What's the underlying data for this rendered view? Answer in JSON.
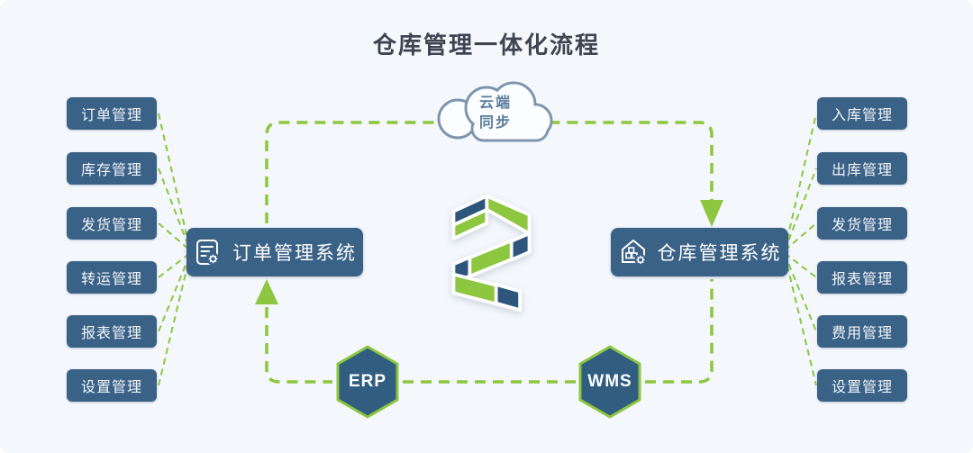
{
  "title": "仓库管理一体化流程",
  "colors": {
    "background": "#f4f7fc",
    "node_blue": "#3a6186",
    "hex_blue": "#305d80",
    "accent_green": "#8dc63f",
    "logo_blue": "#2e567d",
    "cloud_stroke": "#7d95ad",
    "cloud_text": "#5b7b9c",
    "title_color": "#3e4450"
  },
  "left_modules": {
    "items": [
      {
        "label": "订单管理"
      },
      {
        "label": "库存管理"
      },
      {
        "label": "发货管理"
      },
      {
        "label": "转运管理"
      },
      {
        "label": "报表管理"
      },
      {
        "label": "设置管理"
      }
    ]
  },
  "right_modules": {
    "items": [
      {
        "label": "入库管理"
      },
      {
        "label": "出库管理"
      },
      {
        "label": "发货管理"
      },
      {
        "label": "报表管理"
      },
      {
        "label": "费用管理"
      },
      {
        "label": "设置管理"
      }
    ]
  },
  "systems": {
    "order": {
      "label": "订单管理系统",
      "icon": "document-gear-icon"
    },
    "warehouse": {
      "label": "仓库管理系统",
      "icon": "warehouse-gear-icon"
    }
  },
  "cloud": {
    "line1": "云端",
    "line2": "同步"
  },
  "hexagons": {
    "erp": {
      "label": "ERP"
    },
    "wms": {
      "label": "WMS"
    }
  }
}
